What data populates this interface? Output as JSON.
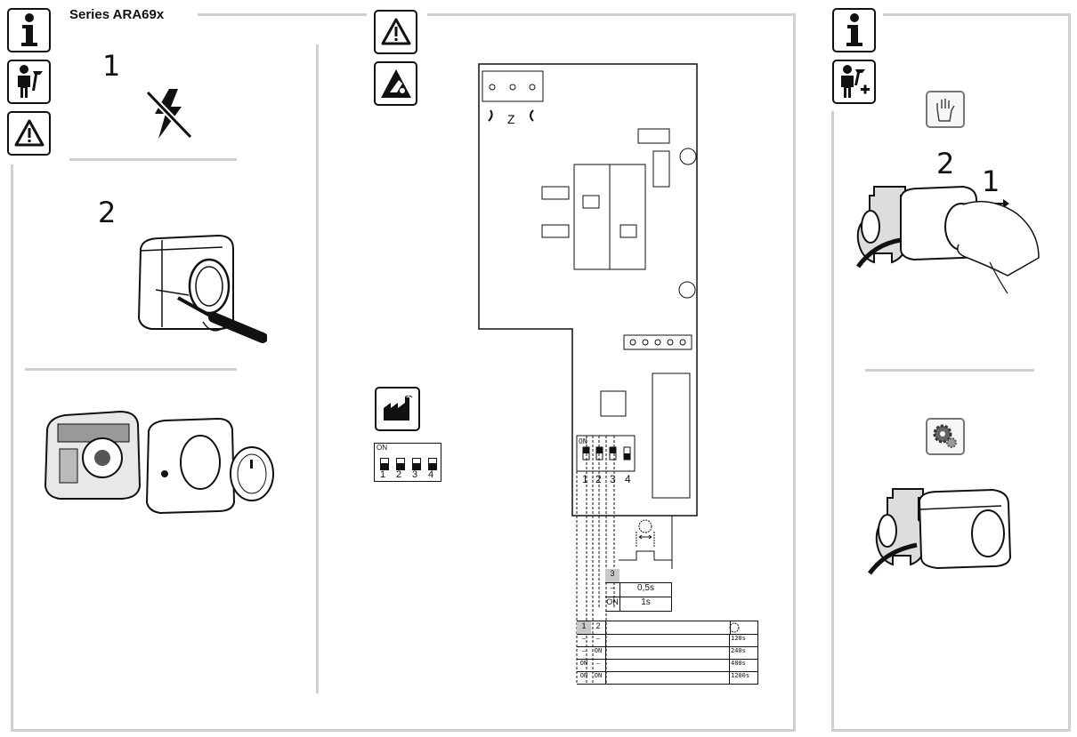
{
  "header": {
    "title": "Series ARA69x"
  },
  "left_panel": {
    "step1": "1",
    "step2": "2"
  },
  "middle_panel": {
    "terminal_label": "Z",
    "dip_on_label": "ON",
    "dip_numbers": [
      "1",
      "2",
      "3",
      "4"
    ],
    "switch3_table": {
      "header": "3",
      "rows": [
        {
          "state": "–",
          "value": "0,5s"
        },
        {
          "state": "ON",
          "value": "1s"
        }
      ]
    },
    "switch12_table": {
      "header": [
        "1",
        "2"
      ],
      "rows": [
        {
          "s1": "–",
          "s2": "–",
          "value": "120s"
        },
        {
          "s1": "–",
          "s2": "ON",
          "value": "240s"
        },
        {
          "s1": "ON",
          "s2": "–",
          "value": "480s"
        },
        {
          "s1": "ON",
          "s2": "ON",
          "value": "1200s"
        }
      ]
    }
  },
  "right_panel": {
    "step2": "2",
    "step1": "1"
  },
  "icons": [
    "info-icon",
    "technician-icon",
    "warning-icon",
    "esd-icon",
    "factory-icon",
    "manual-hand-icon",
    "gear-icon",
    "install-plus-icon"
  ]
}
